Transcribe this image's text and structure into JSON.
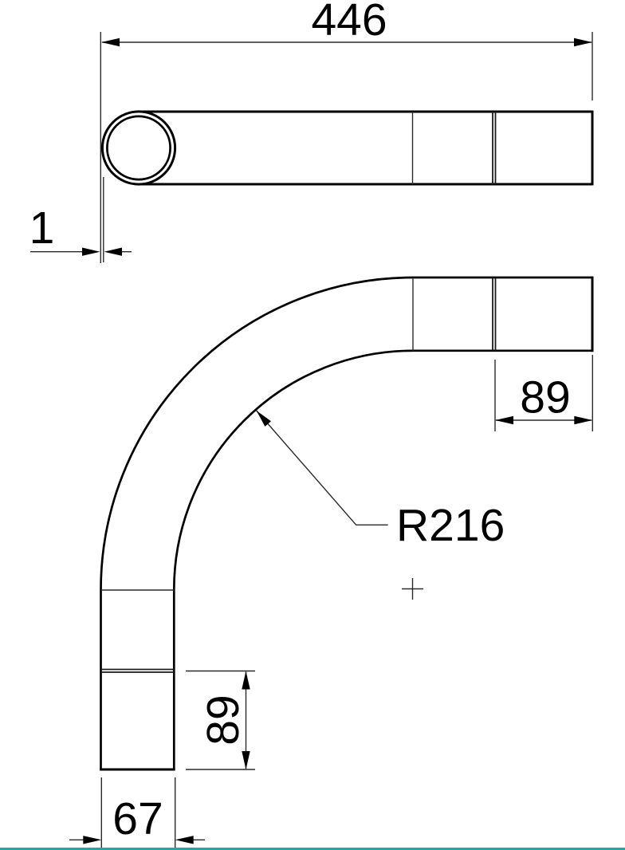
{
  "drawing": {
    "type": "technical-drawing-conduit-bend",
    "background_color": "#ffffff",
    "line_color": "#000000",
    "accent_color": "#1ca9ad",
    "labels": {
      "overall_length": "446",
      "wall_thickness": "1",
      "right_end_length": "89",
      "bend_radius": "R216",
      "bottom_end_length": "89",
      "outer_width": "67"
    }
  }
}
